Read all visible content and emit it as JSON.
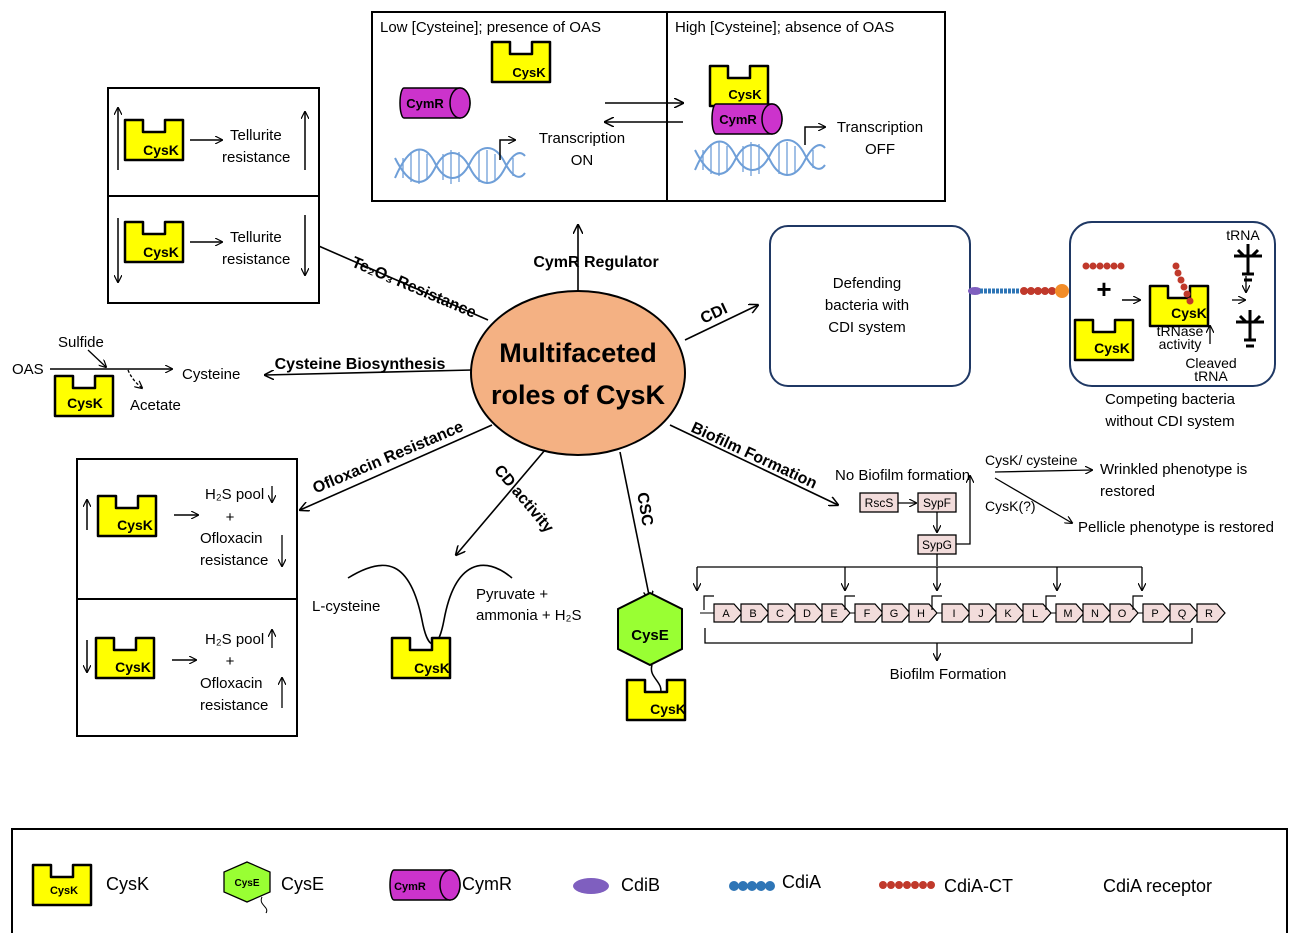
{
  "center": {
    "line1": "Multifaceted",
    "line2": "roles of CysK"
  },
  "labels": {
    "cysk": "CysK",
    "cyse": "CysE",
    "cymr": "CymR"
  },
  "spokes": {
    "cymr_regulator": "CymR  Regulator",
    "te2o3": "Te₂O₃ Resistance",
    "cdi": "CDI",
    "cysteine_bio": "Cysteine  Biosynthesis",
    "biofilm": "Biofilm Formation",
    "ofloxacin": "Ofloxacin Resistance",
    "cd_activity": "CD activity",
    "csc": "CSC"
  },
  "cymr_panel": {
    "left_title": "Low [Cysteine]; presence of OAS",
    "right_title": "High [Cysteine]; absence of  OAS",
    "left_tx1": "Transcription",
    "left_tx2": "ON",
    "right_tx1": "Transcription",
    "right_tx2": "OFF"
  },
  "tellurite": {
    "line1": "Tellurite",
    "line2": "resistance"
  },
  "biosynthesis": {
    "sulfide": "Sulfide",
    "oas": "OAS",
    "cysteine": "Cysteine",
    "acetate": "Acetate"
  },
  "ofloxacin_box": {
    "h2s": "H₂S pool",
    "plus": "+",
    "oflox": "Ofloxacin",
    "res": "resistance"
  },
  "cd": {
    "lcys": "L-cysteine",
    "prod1": "Pyruvate +",
    "prod2": "ammonia + H₂S"
  },
  "cdi_panel": {
    "defending1": "Defending",
    "defending2": "bacteria with",
    "defending3": "CDI system",
    "trna": "tRNA",
    "plus": "+",
    "trnase1": "tRNase",
    "trnase2": "activity",
    "cleaved1": "Cleaved",
    "cleaved2": "tRNA",
    "competing1": "Competing bacteria",
    "competing2": "without CDI system"
  },
  "biofilm_panel": {
    "no_biofilm": "No Biofilm formation",
    "cysk_cys": "CysK/ cysteine",
    "wrinkled1": "Wrinkled phenotype is",
    "wrinkled2": "restored",
    "cysk_q": "CysK(?)",
    "pellicle": "Pellicle phenotype is restored",
    "rscs": "RscS",
    "sypf": "SypF",
    "sypg": "SypG",
    "genes": [
      "A",
      "B",
      "C",
      "D",
      "E",
      "F",
      "G",
      "H",
      "I",
      "J",
      "K",
      "L",
      "M",
      "N",
      "O",
      "P",
      "Q",
      "R"
    ],
    "biofilm_formation": "Biofilm Formation"
  },
  "legend": {
    "cysk": "CysK",
    "cyse": "CysE",
    "cymr": "CymR",
    "cdib": "CdiB",
    "cdia": "CdiA",
    "cdiact": "CdiA-CT",
    "receptor": "CdiA receptor"
  },
  "colors": {
    "cysk": "#ffff00",
    "cyse": "#99ff33",
    "cymr": "#cc33cc",
    "center": "#f4b183",
    "dna": "#6f9fd8",
    "cdia": "#2e75b6",
    "cdiact": "#c0392b",
    "cdib": "#7f5fbf",
    "receptor": "#f28c28",
    "gene": "#f2dcdb",
    "cdi_border": "#1f3864"
  }
}
